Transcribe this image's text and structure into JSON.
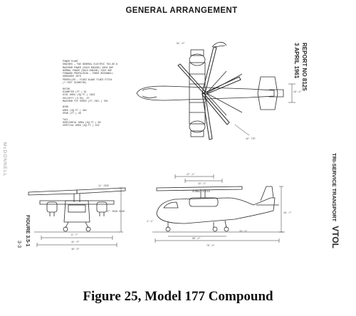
{
  "drawing": {
    "title": "GENERAL ARRANGEMENT",
    "report_line1": "REPORT NO 8125",
    "report_line2": "3 APRIL 1961",
    "maker": "McDONNELL",
    "program_prefix": "TRI-SERVICE TRANSPORT",
    "program_emph": "VTOL",
    "figure_label": "FIGURE 3.5-1",
    "page_number": "3-3"
  },
  "specs": [
    "POWER PLANT",
    "  ENGINES — TWO GENERAL ELECTRIC T64-GE-6",
    "  MAXIMUM POWER (EACH ENGINE) 2650 SHP",
    "  NORMAL POWER (EACH ENGINE) 2350 SHP",
    "FORWARD PROPULSION — THREE MCDONNELL",
    "                     SHROUDED JETS",
    "PROPELLER — FIXED BLADE FIXED PITCH",
    "            (7 FEET DIAMETER)",
    "",
    "ROTOR",
    "  DIAMETER (FT.)               61",
    "  DISC AREA (SQ.FT.)         2922",
    "  SOLIDITY (3.5%)             .07",
    "  MAXIMUM TIP SPEED (FT./SEC.) 700",
    "",
    "WING",
    "  AREA (SQ.FT.)               464",
    "  SPAN (FT.)                   46",
    "",
    "TAIL",
    "  HORIZONTAL AREA (SQ.FT.)     96",
    "  VERTICAL AREA (SQ.FT.)      102"
  ],
  "dimensions": {
    "top_span": "61'-0\"",
    "top_tail": "19'-4\"",
    "top_angle": "42° TYP.",
    "side_top1": "27'-1\"",
    "side_top2": "22'-1\"",
    "gimbal": "GIMBAL CENTER",
    "side_length": "76'-4\"",
    "side_body": "66'-4\"",
    "side_gear": "33'-5\"",
    "side_height": "18'-7\"",
    "side_fwd": "4'-1\"",
    "front_clear": "11' DISC",
    "front_note": "17' MAIN GEAR",
    "front_wheel": "9'-7\"",
    "front_span": "41'-0\"",
    "front_total": "46'-0\""
  },
  "caption": "Figure 25, Model 177 Compound"
}
